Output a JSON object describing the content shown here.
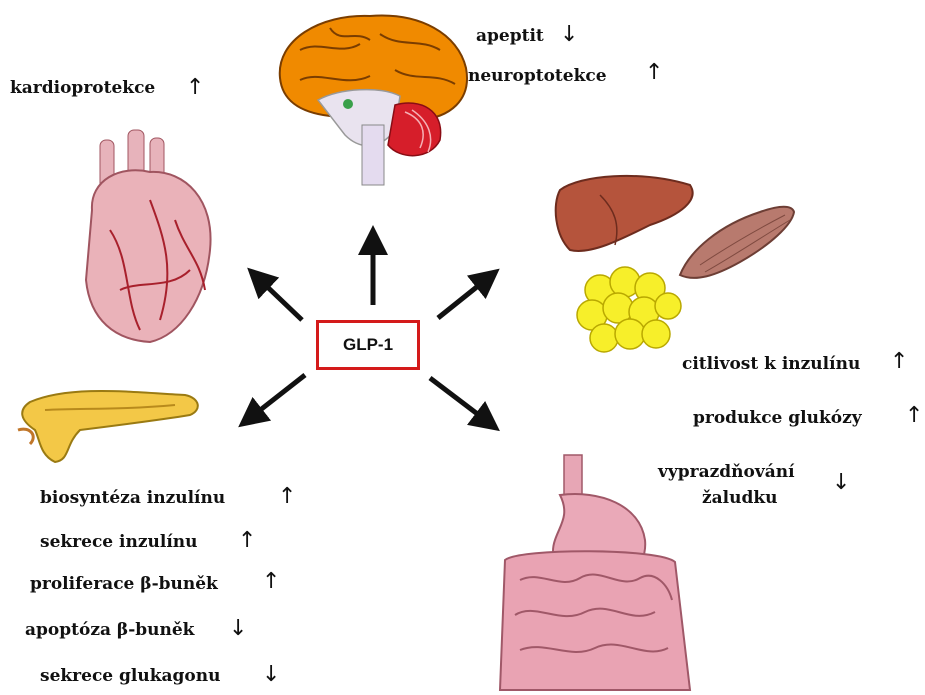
{
  "center": {
    "label": "GLP-1",
    "border_color": "#d41a1a"
  },
  "brain": {
    "effects": [
      {
        "text": "apeptit",
        "direction": "down"
      },
      {
        "text": "neuroptotekce",
        "direction": "up"
      }
    ]
  },
  "heart": {
    "effects": [
      {
        "text": "kardioprotekce",
        "direction": "up"
      }
    ]
  },
  "peripheral": {
    "effects": [
      {
        "text": "citlivost k inzulínu",
        "direction": "up"
      },
      {
        "text": "produkce glukózy",
        "direction": "up"
      }
    ]
  },
  "stomach": {
    "effects": [
      {
        "text": "vyprazdňování",
        "direction": "down"
      },
      {
        "text": "žaludku",
        "direction": ""
      }
    ]
  },
  "pancreas": {
    "effects": [
      {
        "text": "biosyntéza inzulínu",
        "direction": "up"
      },
      {
        "text": "sekrece inzulínu",
        "direction": "up"
      },
      {
        "text": "proliferace β-buněk",
        "direction": "up"
      },
      {
        "text": "apoptóza β-buněk",
        "direction": "down"
      },
      {
        "text": "sekrece glukagonu",
        "direction": "down"
      }
    ]
  },
  "arrow_glyphs": {
    "up": "↑",
    "down": "↓"
  },
  "organ_icons": [
    "brain-icon",
    "heart-icon",
    "liver-icon",
    "muscle-icon",
    "adipose-icon",
    "pancreas-icon",
    "stomach-intestine-icon"
  ],
  "colors": {
    "brain": "#f08a00",
    "heart": "#e8a9b0",
    "liver": "#b5543c",
    "muscle": "#b87a6e",
    "fat": "#f7ef2a",
    "pancreas": "#f3c847",
    "gut": "#e7a6b5",
    "arrow": "#111111"
  }
}
